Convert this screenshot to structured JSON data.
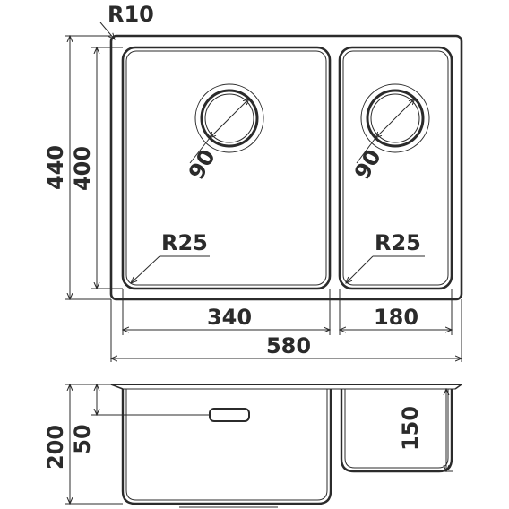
{
  "labels": {
    "corner_radius": "R10",
    "total_depth": "440",
    "bowl_depth": "400",
    "drain_left": "90",
    "drain_right": "90",
    "inner_radius_left": "R25",
    "inner_radius_right": "R25",
    "bowl_left_width": "340",
    "bowl_right_width": "180",
    "total_width": "580",
    "total_height": "200",
    "overflow_height": "50",
    "right_bowl_height": "150"
  },
  "colors": {
    "stroke": "#2b2b2b",
    "background": "#ffffff"
  }
}
